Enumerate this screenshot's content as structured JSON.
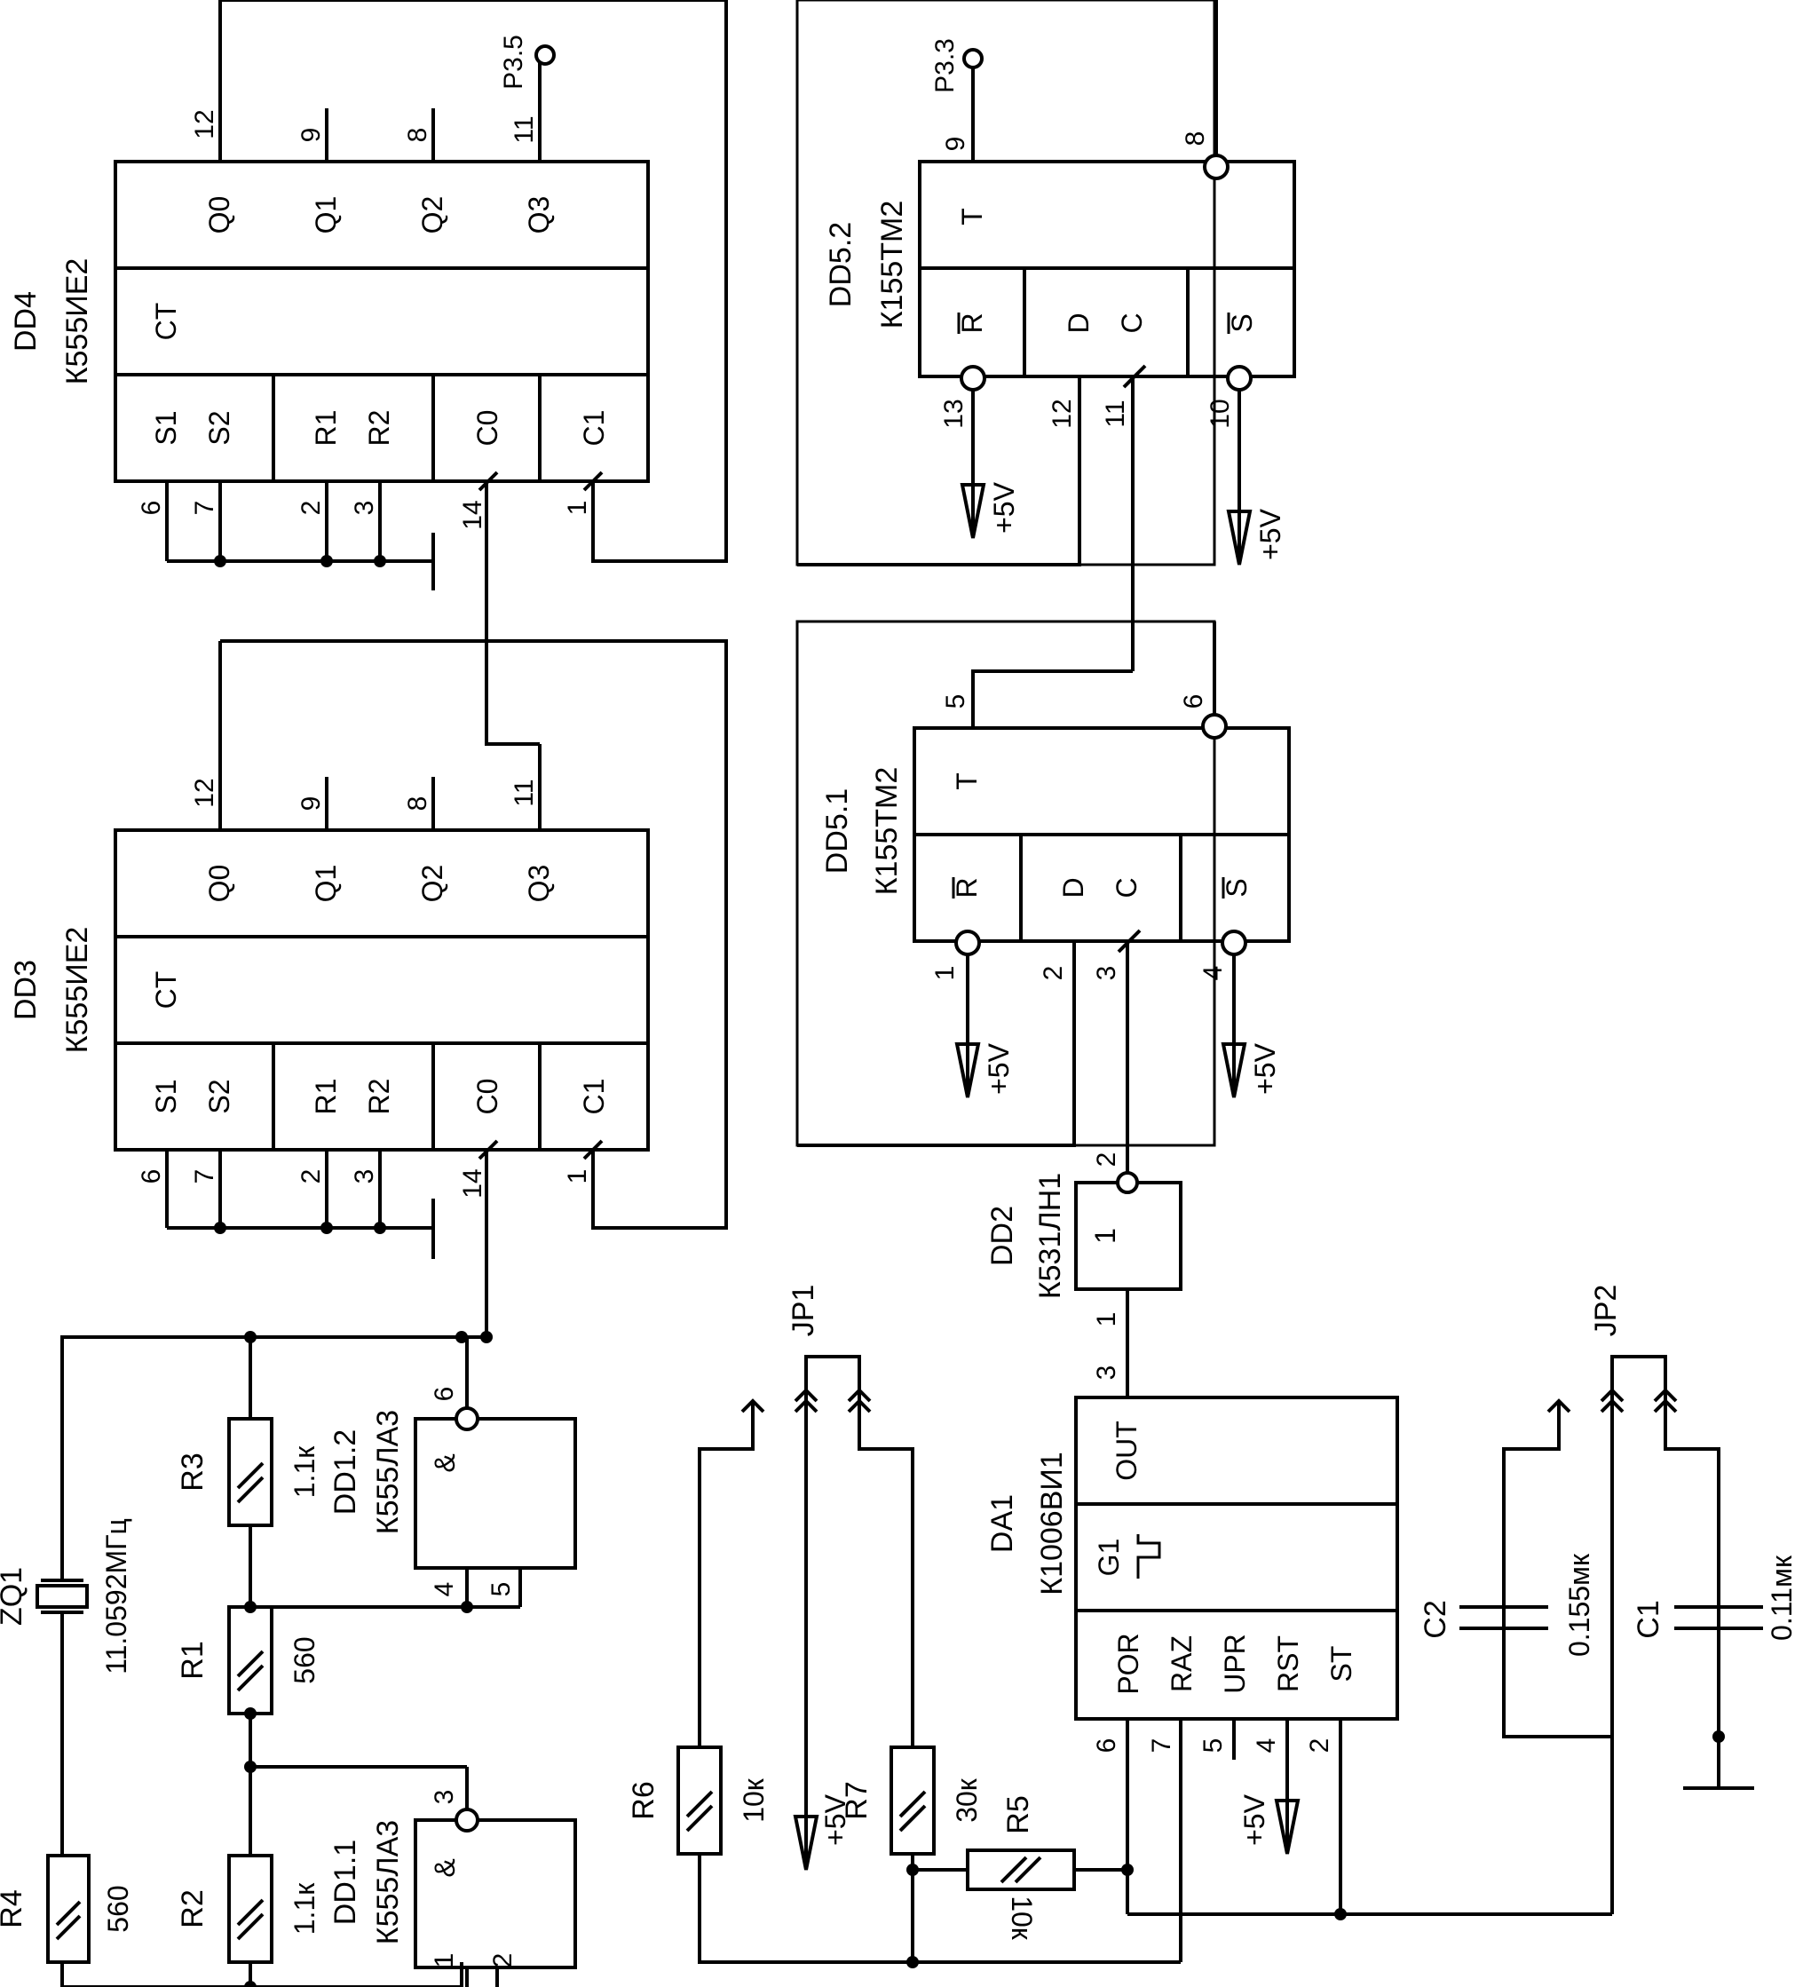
{
  "chips": {
    "dd4": {
      "ref": "DD4",
      "part": "К555ИЕ2",
      "ct": "CT",
      "outputs": [
        "Q0",
        "Q1",
        "Q2",
        "Q3"
      ],
      "out_pins": [
        "12",
        "9",
        "8",
        "11"
      ],
      "inputs": [
        "S1",
        "S2",
        "R1",
        "R2",
        "C0",
        "C1"
      ],
      "in_pins": [
        "6",
        "7",
        "2",
        "3",
        "14",
        "1"
      ]
    },
    "dd3": {
      "ref": "DD3",
      "part": "К555ИЕ2",
      "ct": "CT",
      "outputs": [
        "Q0",
        "Q1",
        "Q2",
        "Q3"
      ],
      "out_pins": [
        "12",
        "9",
        "8",
        "11"
      ],
      "inputs": [
        "S1",
        "S2",
        "R1",
        "R2",
        "C0",
        "C1"
      ],
      "in_pins": [
        "6",
        "7",
        "2",
        "3",
        "14",
        "1"
      ]
    },
    "dd52": {
      "ref": "DD5.2",
      "part": "К155ТМ2",
      "t": "T",
      "r": "R",
      "d": "D",
      "c": "C",
      "s": "S",
      "pins": {
        "t": "9",
        "tq": "8",
        "r": "13",
        "d": "12",
        "c": "11",
        "s": "10"
      }
    },
    "dd51": {
      "ref": "DD5.1",
      "part": "К155ТМ2",
      "t": "T",
      "r": "R",
      "d": "D",
      "c": "C",
      "s": "S",
      "pins": {
        "t": "5",
        "tq": "6",
        "r": "1",
        "d": "2",
        "c": "3",
        "s": "4"
      }
    },
    "dd2": {
      "ref": "DD2",
      "part": "К531ЛН1",
      "sym": "1",
      "pin_in": "1",
      "pin_out": "2"
    },
    "dd12": {
      "ref": "DD1.2",
      "part": "К555ЛА3",
      "sym": "&",
      "pin_out": "6",
      "pin_a": "4",
      "pin_b": "5"
    },
    "dd11": {
      "ref": "DD1.1",
      "part": "К555ЛА3",
      "sym": "&",
      "pin_out": "3",
      "pin_a": "1",
      "pin_b": "2"
    },
    "da1": {
      "ref": "DA1",
      "part": "К1006ВИ1",
      "out": "OUT",
      "g1": "G1",
      "inputs": [
        "POR",
        "RAZ",
        "UPR",
        "RST",
        "ST"
      ],
      "in_pins": [
        "6",
        "7",
        "5",
        "4",
        "2"
      ],
      "out_pin": "3"
    }
  },
  "components": {
    "r1": {
      "ref": "R1",
      "value": "560"
    },
    "r2": {
      "ref": "R2",
      "value": "1.1к"
    },
    "r3": {
      "ref": "R3",
      "value": "1.1к"
    },
    "r4": {
      "ref": "R4",
      "value": "560"
    },
    "r5": {
      "ref": "R5",
      "value": "10к"
    },
    "r6": {
      "ref": "R6",
      "value": "10к"
    },
    "r7": {
      "ref": "R7",
      "value": "30к"
    },
    "c1": {
      "ref": "C1",
      "value": "0.11мк"
    },
    "c2": {
      "ref": "C2",
      "value": "0.155мк"
    },
    "zq1": {
      "ref": "ZQ1",
      "value": "11.0592МГц"
    },
    "jp1": {
      "ref": "JP1"
    },
    "jp2": {
      "ref": "JP2"
    }
  },
  "ports": {
    "p35": "P3.5",
    "p33": "P3.3"
  },
  "supply": {
    "vcc": "+5V"
  }
}
